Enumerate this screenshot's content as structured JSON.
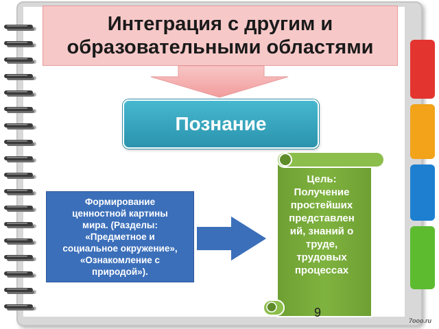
{
  "title": "Интеграция с другим и\nобразовательными областями",
  "center_label": "Познание",
  "left_box_text": "Формирование\nценностной картины\nмира. (Разделы:\n«Предметное и\nсоциальное окружение»,\n«Ознакомление с\nприродой»).",
  "scroll_text": "Цель:\nПолучение\nпростейших\nпредставлен\nий, знаний о\nтруде,\nтрудовых\nпроцессах",
  "page_number": "9",
  "watermark": "7ooo.ru",
  "colors": {
    "title_box": "#f7c8c8",
    "down_arrow": "#f4b3b3",
    "center_box": "#3aaac3",
    "left_box": "#3b6fba",
    "right_arrow": "#3b6fba",
    "scroll": "#76a83a",
    "tab_red": "#e3342f",
    "tab_orange": "#f2a31a",
    "tab_blue": "#1e7fd1",
    "tab_green": "#5cbb2f"
  }
}
